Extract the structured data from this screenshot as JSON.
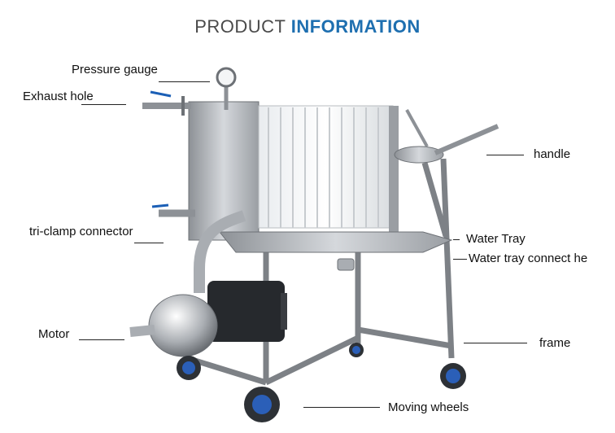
{
  "title": {
    "part1": "PRODUCT",
    "part2": "INFORMATION"
  },
  "labels": {
    "pressure_gauge": "Pressure gauge",
    "exhaust_hole": "Exhaust hole",
    "tri_clamp": "tri-clamp connector",
    "motor": "Motor",
    "handle": "handle",
    "water_tray": "Water Tray",
    "water_tray_connect": "Water tray connect he",
    "frame": "frame",
    "moving_wheels": "Moving wheels"
  }
}
